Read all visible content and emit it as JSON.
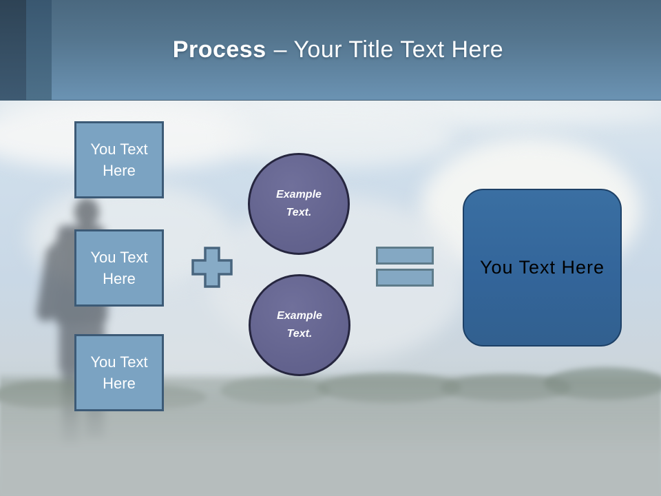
{
  "slide": {
    "title": {
      "bold": "Process",
      "regular": "– Your Title Text Here"
    },
    "input_boxes": [
      {
        "label": "You Text Here"
      },
      {
        "label": "You Text Here"
      },
      {
        "label": "You Text Here"
      }
    ],
    "example_circles": [
      {
        "label": "Example Text."
      },
      {
        "label": "Example Text."
      }
    ],
    "operators": {
      "plus": "plus-icon",
      "equals": "equals-icon"
    },
    "result_box": {
      "label": "You Text Here"
    },
    "colors": {
      "header_dark": "#2e4355",
      "header_light": "#6b93b3",
      "box_fill": "#7ba3c2",
      "box_border": "#3c5a76",
      "circle_fill": "#666692",
      "circle_border": "#26263f",
      "operator_fill": "#87abc6",
      "operator_border": "#48657e",
      "result_fill": "#34699c",
      "result_border": "#1d4066",
      "title_text": "#ffffff",
      "box_text": "#ffffff",
      "circle_text": "#ffffff",
      "result_text": "#000000"
    }
  }
}
